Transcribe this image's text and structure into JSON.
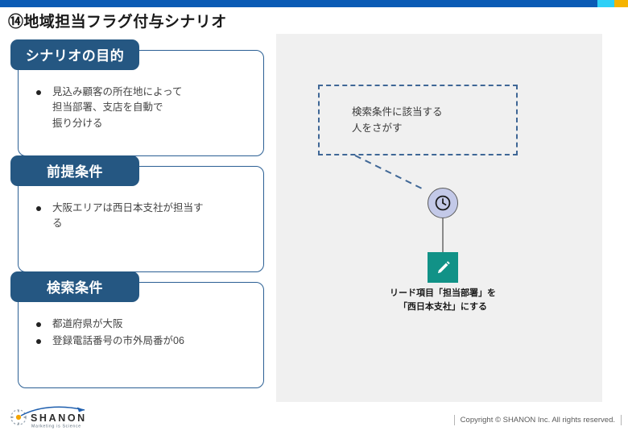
{
  "colors": {
    "bar_main": "#0a5bb5",
    "bar_cyan": "#2ed0f7",
    "bar_amber": "#f5b300",
    "card_border": "#2b5f94",
    "card_header_bg": "#255782",
    "panel_bg": "#f0f0f0",
    "dashed_border": "#3f6796",
    "clock_fill": "#c3c9e8",
    "edit_fill": "#119287"
  },
  "title": "⑭地域担当フラグ付与シナリオ",
  "cards": [
    {
      "header": "シナリオの目的",
      "bullets": [
        "見込み顧客の所在地によって\n担当部署、支店を自動で\n振り分ける"
      ]
    },
    {
      "header": "前提条件",
      "bullets": [
        "大阪エリアは西日本支社が担当す\nる"
      ]
    },
    {
      "header": "検索条件",
      "bullets": [
        "都道府県が大阪",
        "登録電話番号の市外局番が06"
      ]
    }
  ],
  "flow": {
    "condition_box_text": "検索条件に該当する\n人をさがす",
    "clock_icon": "clock-icon",
    "edit_icon": "pencil-icon",
    "action_caption": "リード項目「担当部署」を\n「西日本支社」にする"
  },
  "footer": {
    "logo_name": "SHANON",
    "logo_tagline": "Marketing is Science",
    "copyright": "Copyright © SHANON Inc. All rights reserved."
  }
}
